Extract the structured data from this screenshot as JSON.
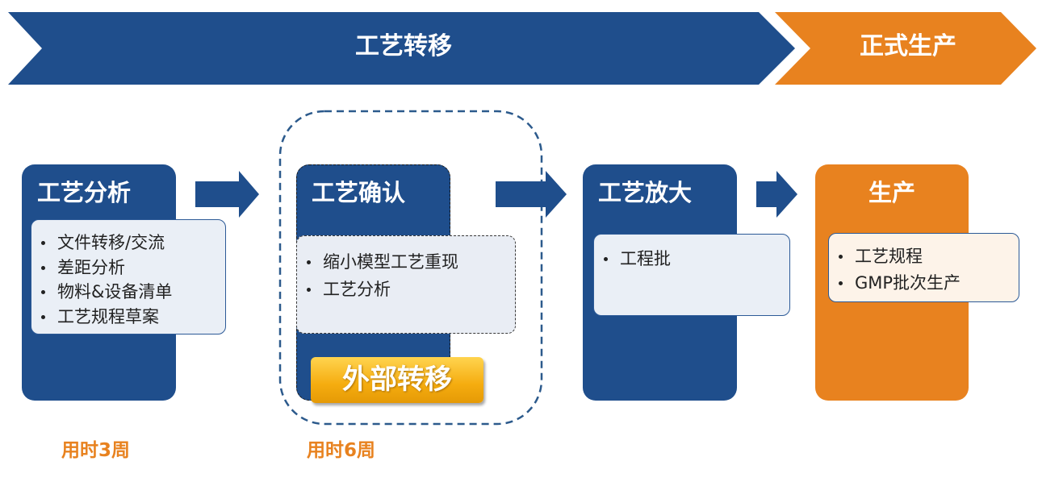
{
  "banner": {
    "transfer_label": "工艺转移",
    "production_label": "正式生产",
    "colors": {
      "blue": "#1f4e8c",
      "orange": "#e8821f"
    }
  },
  "stages": [
    {
      "title": "工艺分析",
      "items": [
        "文件转移/交流",
        "差距分析",
        "物料&设备清单",
        "工艺规程草案"
      ]
    },
    {
      "title": "工艺确认",
      "items": [
        "缩小模型工艺重现",
        "工艺分析"
      ]
    },
    {
      "title": "工艺放大",
      "items": [
        "工程批"
      ]
    },
    {
      "title": "生产",
      "items": [
        "工艺规程",
        "GMP批次生产"
      ]
    }
  ],
  "external_transfer_label": "外部转移",
  "durations": [
    "用时3周",
    "用时6周"
  ]
}
